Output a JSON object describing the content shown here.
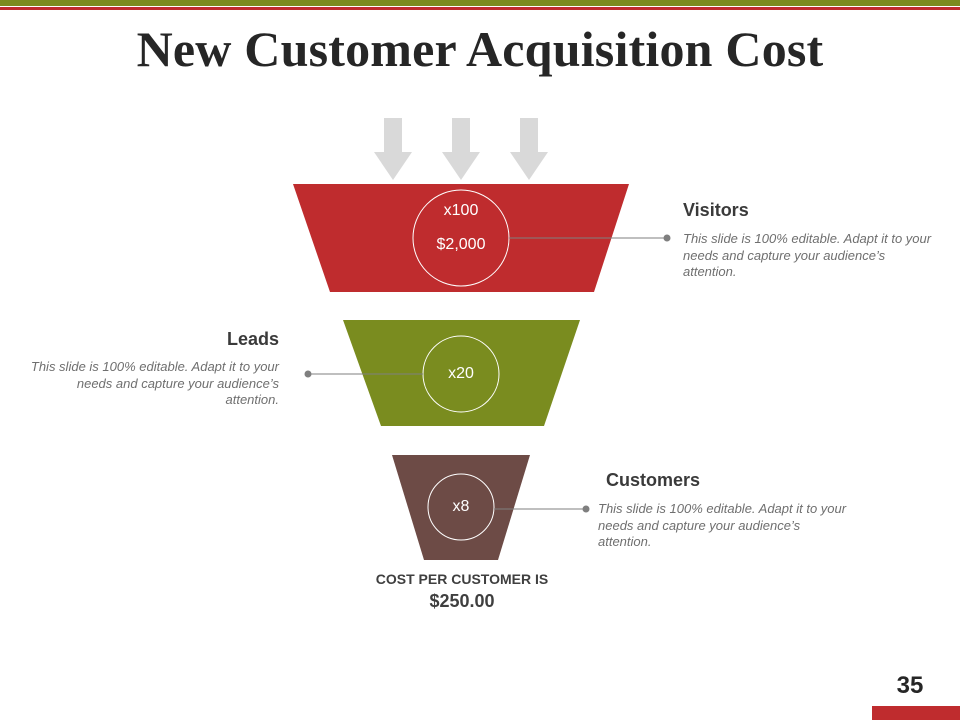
{
  "title": "New Customer Acquisition Cost",
  "colors": {
    "olive": "#7a8c1f",
    "red": "#bf2c2e",
    "brown": "#6d4b46",
    "arrow": "#d9d9d9",
    "connector": "#7f7f7f"
  },
  "funnel": {
    "stages": [
      {
        "name": "Visitors",
        "multiplier": "x100",
        "amount": "$2,000",
        "description": "This slide is 100% editable. Adapt it to your needs and capture your audience’s attention."
      },
      {
        "name": "Leads",
        "multiplier": "x20",
        "description": "This slide is 100% editable. Adapt it to your needs and capture your audience’s attention."
      },
      {
        "name": "Customers",
        "multiplier": "x8",
        "description": "This slide is 100% editable. Adapt it to your needs and capture your audience’s attention."
      }
    ],
    "cost_label": "COST PER CUSTOMER IS",
    "cost_value": "$250.00"
  },
  "page_number": "35"
}
